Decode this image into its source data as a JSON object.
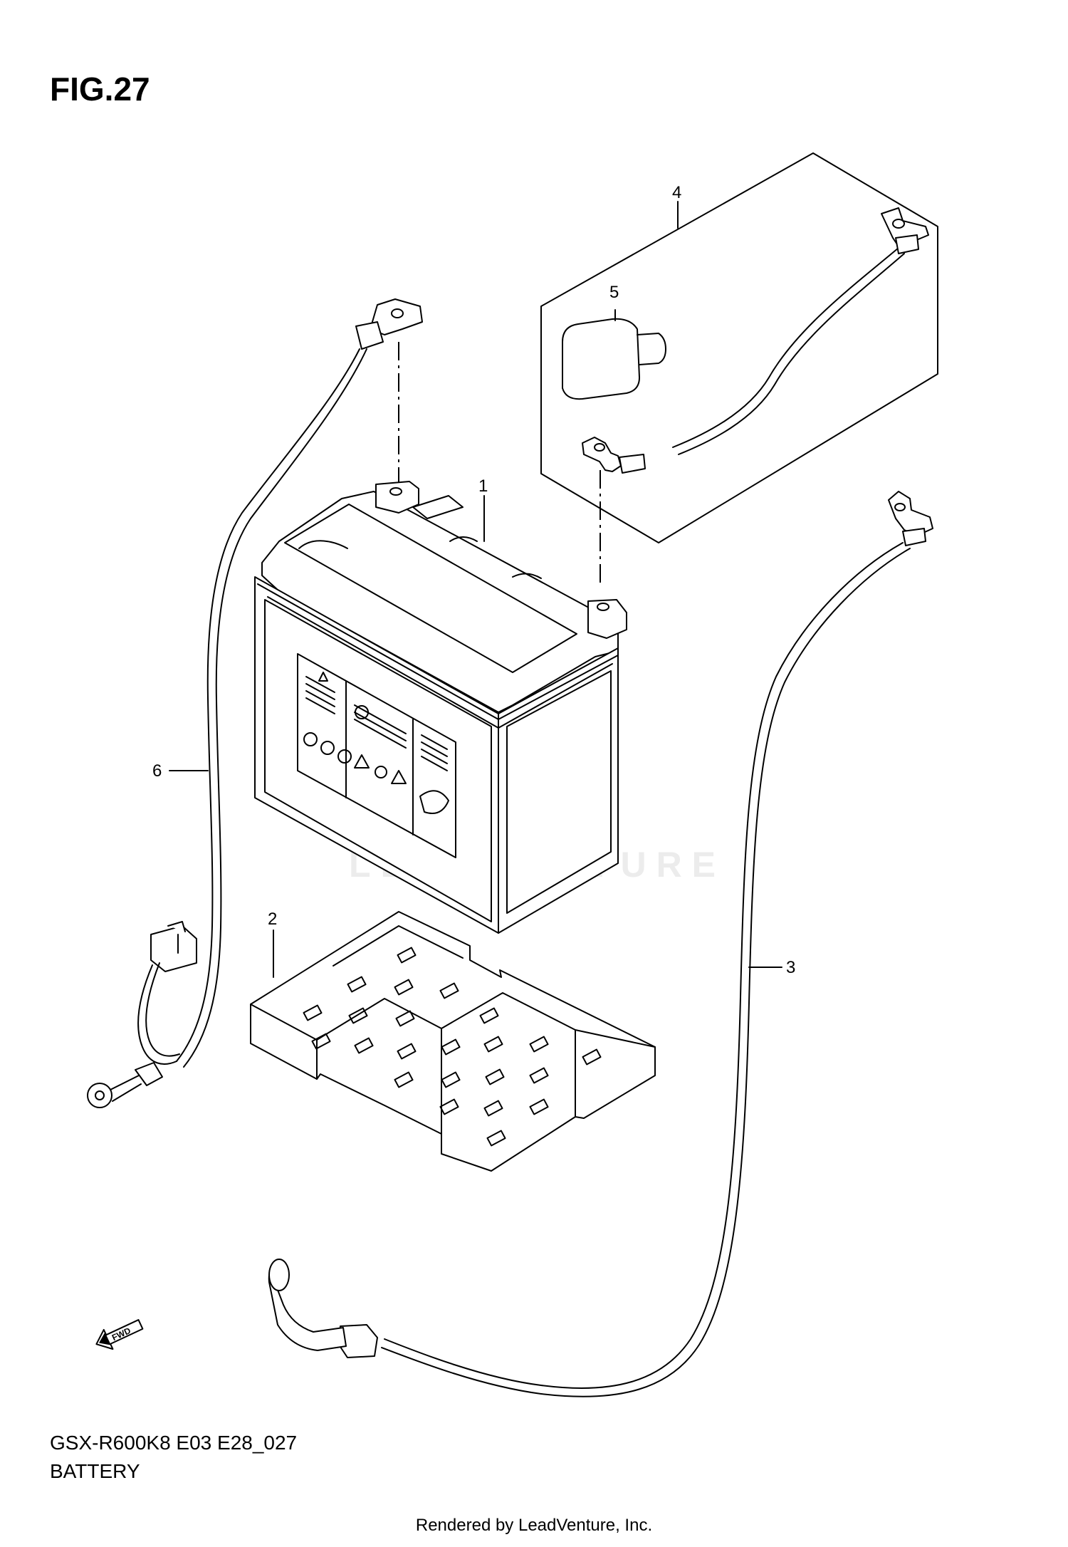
{
  "figure": {
    "title": "FIG.27",
    "model_code": "GSX-R600K8 E03 E28_027",
    "section_name": "BATTERY"
  },
  "callouts": [
    {
      "label": "1",
      "part": "battery"
    },
    {
      "label": "2",
      "part": "battery-tray"
    },
    {
      "label": "3",
      "part": "battery-cable-positive"
    },
    {
      "label": "4",
      "part": "cable-set"
    },
    {
      "label": "5",
      "part": "terminal-cap"
    },
    {
      "label": "6",
      "part": "battery-cable-negative"
    }
  ],
  "orientation_badge": "FWD",
  "watermark_text": "LEADVENTURE",
  "footer_text": "Rendered by LeadVenture, Inc."
}
